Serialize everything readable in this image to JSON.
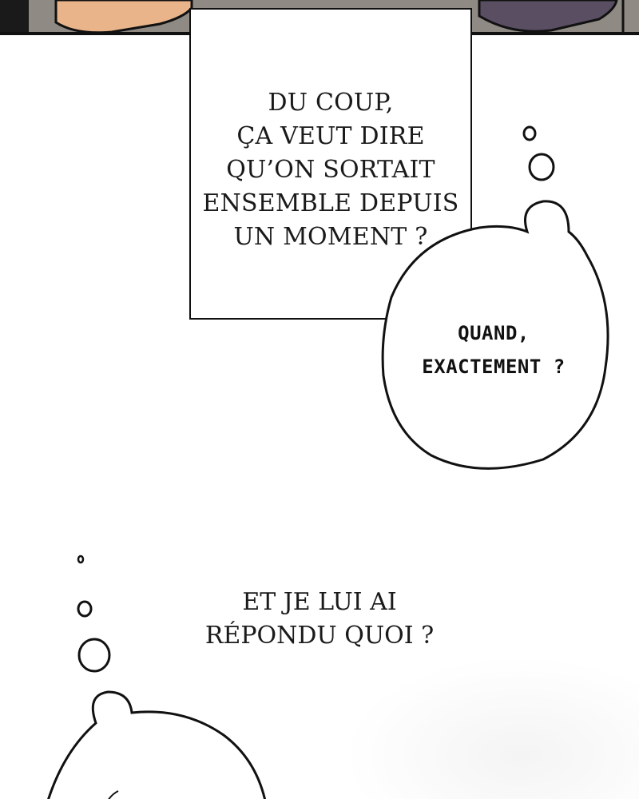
{
  "narration_box": {
    "lines": [
      "DU COUP,",
      "ÇA VEUT DIRE",
      "QU’ON SORTAIT",
      "ENSEMBLE DEPUIS",
      "UN MOMENT ?"
    ]
  },
  "thought_bubble_1": {
    "lines": [
      "QUAND,",
      "EXACTEMENT ?"
    ]
  },
  "caption_2": {
    "lines": [
      "ET JE LUI AI",
      "RÉPONDU QUOI ?"
    ]
  },
  "colors": {
    "ink": "#111111",
    "panel_fill": "#ffffff",
    "artwork_gray": "#8f8a84",
    "artwork_purple": "#5a4e62",
    "artwork_skin": "#e9b48a"
  }
}
